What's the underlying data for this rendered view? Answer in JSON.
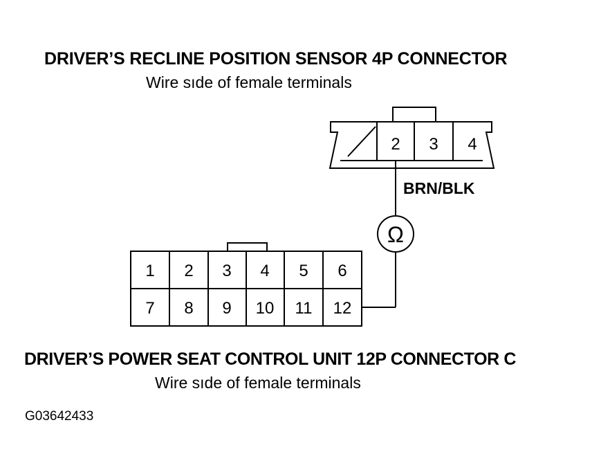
{
  "sensor_connector": {
    "title": "DRIVER’S RECLINE POSITION SENSOR 4P CONNECTOR",
    "subtitle": "Wire sıde of female terminals",
    "terminals": [
      "2",
      "3",
      "4"
    ]
  },
  "wire": {
    "color_label": "BRN/BLK",
    "meter_symbol": "Ω"
  },
  "control_unit_connector": {
    "title": "DRIVER’S POWER SEAT CONTROL UNIT 12P CONNECTOR C",
    "subtitle": "Wire sıde of female terminals",
    "terminals_row1": [
      "1",
      "2",
      "3",
      "4",
      "5",
      "6"
    ],
    "terminals_row2": [
      "7",
      "8",
      "9",
      "10",
      "11",
      "12"
    ]
  },
  "figure_id": "G03642433"
}
